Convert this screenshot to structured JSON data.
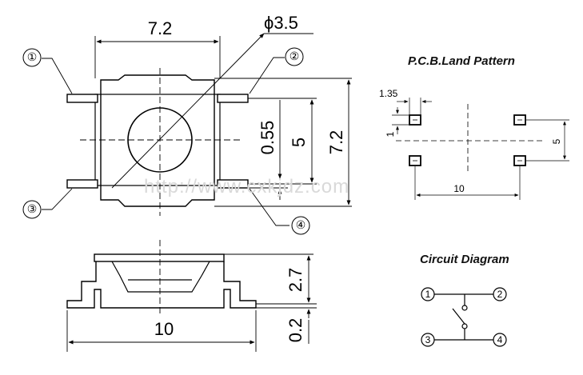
{
  "top_view": {
    "width_label": "7.2",
    "diameter_label": "ϕ3.5",
    "pitch_label": "5",
    "height_label": "7.2",
    "pin_width_label": "0.55",
    "pin_numbers": [
      "①",
      "②",
      "③",
      "④"
    ]
  },
  "side_view": {
    "height_label": "2.7",
    "standoff_label": "0.2",
    "length_label": "10"
  },
  "pcb": {
    "title": "P.C.B.Land Pattern",
    "pad_label": "1.35",
    "small_label": "1",
    "vertical_label": "5",
    "horizontal_label": "10"
  },
  "circuit": {
    "title": "Circuit Diagram",
    "terminals": [
      "1",
      "2",
      "3",
      "4"
    ]
  },
  "watermark": "http://www.cxkjdz.com"
}
